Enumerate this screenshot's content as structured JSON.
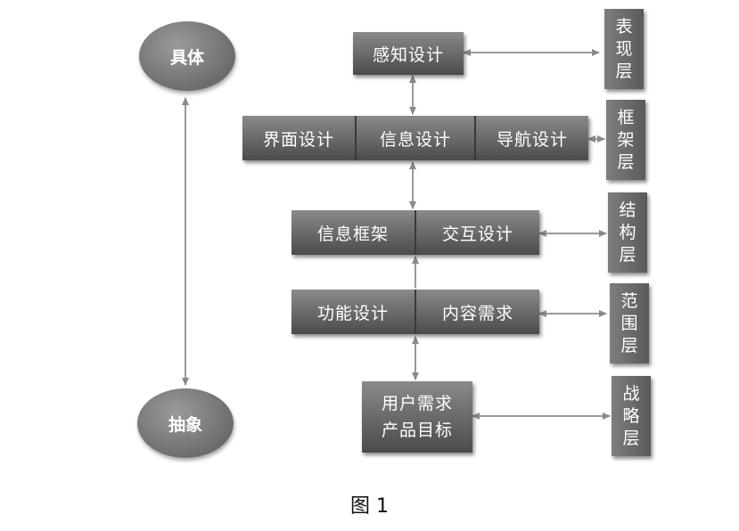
{
  "ovals": {
    "top": "具体",
    "bottom": "抽象"
  },
  "rows": {
    "perception": "感知设计",
    "frame": [
      "界面设计",
      "信息设计",
      "导航设计"
    ],
    "structure": [
      "信息框架",
      "交互设计"
    ],
    "scope": [
      "功能设计",
      "内容需求"
    ],
    "strategy": [
      "用户需求",
      "产品目标"
    ]
  },
  "layers": {
    "surface": [
      "表",
      "现",
      "层"
    ],
    "skeleton": [
      "框",
      "架",
      "层"
    ],
    "structure": [
      "结",
      "构",
      "层"
    ],
    "scope": [
      "范",
      "围",
      "层"
    ],
    "strategy": [
      "战",
      "略",
      "层"
    ]
  },
  "caption": "图 1"
}
